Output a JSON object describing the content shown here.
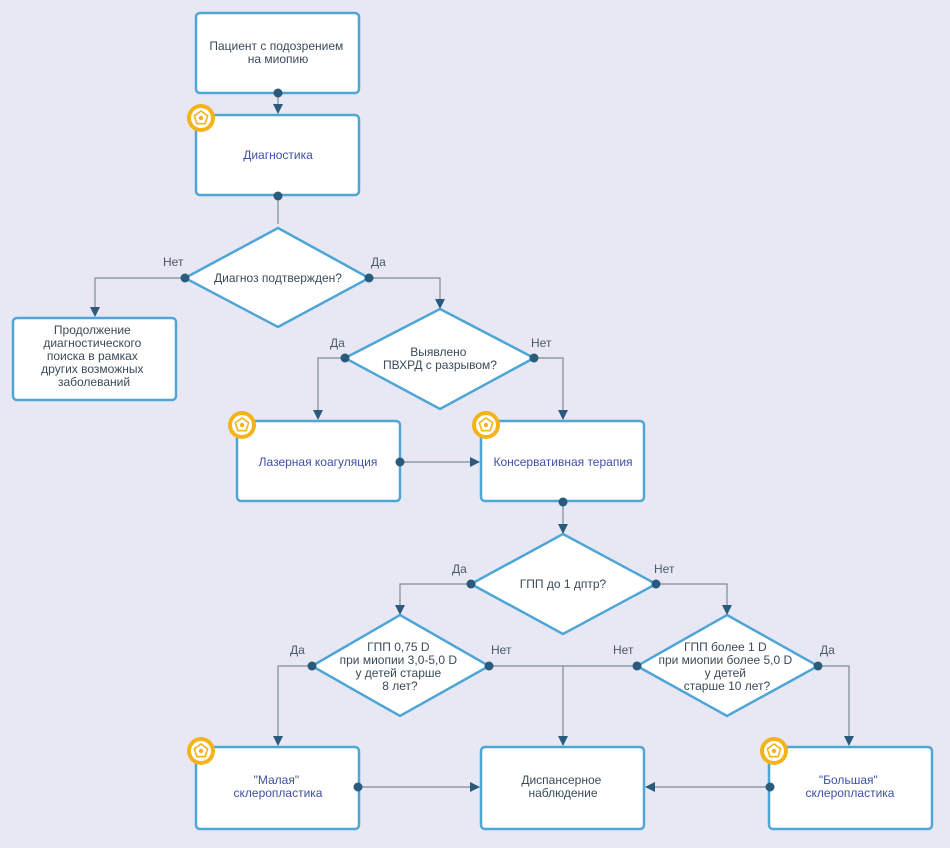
{
  "nodes": {
    "start": {
      "lines": [
        "Пациент с подозрением",
        "на миопию"
      ]
    },
    "diagnostics": {
      "lines": [
        "Диагностика"
      ]
    },
    "diag_confirmed": {
      "lines": [
        "Диагноз подтвержден?"
      ]
    },
    "continue_search": {
      "lines": [
        "Продолжение",
        "диагностического",
        "поиска в рамках",
        "других возможных",
        "заболеваний"
      ]
    },
    "pvhrd": {
      "lines": [
        "Выявлено",
        "ПВХРД с разрывом?"
      ]
    },
    "laser": {
      "lines": [
        "Лазерная коагуляция"
      ]
    },
    "conservative": {
      "lines": [
        "Консервативная терапия"
      ]
    },
    "gpp1": {
      "lines": [
        "ГПП до 1 дптр?"
      ]
    },
    "gpp075": {
      "lines": [
        "ГПП 0,75 D",
        "при миопии 3,0-5,0 D",
        "у детей старше",
        "8 лет?"
      ]
    },
    "gpp_more1": {
      "lines": [
        "ГПП более 1 D",
        "при миопии более 5,0 D",
        "у детей",
        "старше 10 лет?"
      ]
    },
    "small_scl": {
      "lines": [
        "\"Малая\"",
        "склеропластика"
      ]
    },
    "dispensary": {
      "lines": [
        "Диспансерное",
        "наблюдение"
      ]
    },
    "big_scl": {
      "lines": [
        "\"Большая\"",
        "склеропластика"
      ]
    }
  },
  "edge_labels": {
    "diag_no": "Нет",
    "diag_yes": "Да",
    "pvhrd_yes": "Да",
    "pvhrd_no": "Нет",
    "gpp1_yes": "Да",
    "gpp1_no": "Нет",
    "gpp075_yes": "Да",
    "gpp075_no": "Нет",
    "gppmore_no": "Нет",
    "gppmore_yes": "Да"
  },
  "icons": {
    "procedure_badge": "steering-wheel-icon"
  },
  "colors": {
    "background": "#e8e8f5",
    "node_border": "#4ea5d6",
    "connector": "#2a5b7c",
    "badge": "#f4b21b",
    "action_text": "#3f4fa6"
  }
}
